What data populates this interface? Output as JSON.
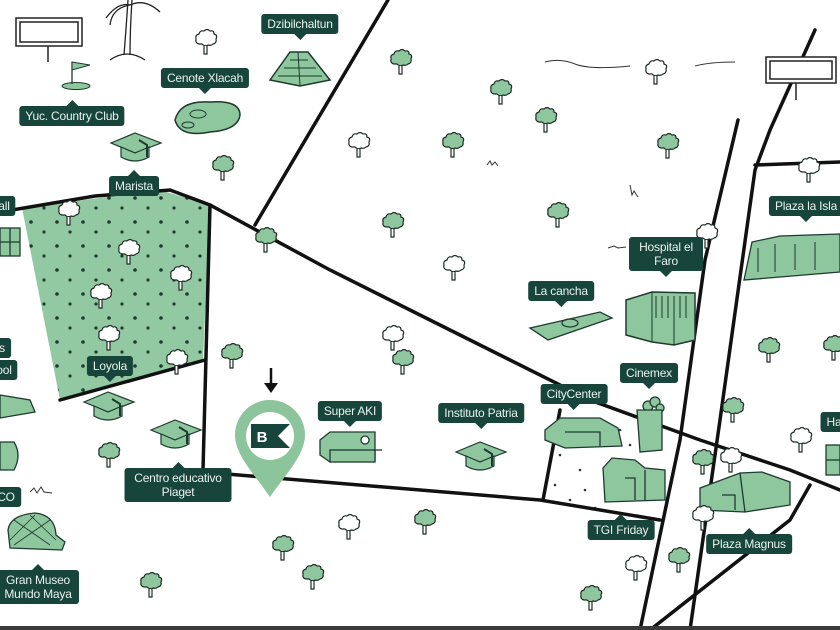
{
  "map": {
    "title": "Area map",
    "colors": {
      "label_bg": "#18453b",
      "label_text": "#e8f3ee",
      "accent_green": "#8ec69e",
      "park_green": "#93c9a2",
      "road": "#111111",
      "pin_green": "#8cc59c"
    },
    "property_marker": {
      "icon": "flag-b-icon",
      "letter": "B",
      "pointer": "arrow-down-icon"
    },
    "labels": [
      {
        "id": "dzibilchaltun",
        "text": "Dzibilchaltun",
        "icon": "pyramid-icon"
      },
      {
        "id": "cenote-xlacah",
        "text": "Cenote Xlacah",
        "icon": "cenote-icon"
      },
      {
        "id": "yuc-country-club",
        "text": "Yuc. Country Club",
        "icon": "golf-flag-icon"
      },
      {
        "id": "marista",
        "text": "Marista",
        "icon": "graduation-cap-icon"
      },
      {
        "id": "loyola",
        "text": "Loyola",
        "icon": "graduation-cap-icon"
      },
      {
        "id": "centro-educativo-piaget",
        "text": "Centro educativo Piaget",
        "icon": "graduation-cap-icon"
      },
      {
        "id": "super-aki",
        "text": "Super AKI",
        "icon": "store-icon"
      },
      {
        "id": "instituto-patria",
        "text": "Instituto Patria",
        "icon": "graduation-cap-icon"
      },
      {
        "id": "la-cancha",
        "text": "La cancha",
        "icon": "field-icon"
      },
      {
        "id": "hospital-el-faro",
        "text": "Hospital el Faro",
        "icon": "hospital-icon"
      },
      {
        "id": "plaza-la-isla",
        "text": "Plaza la Isla",
        "icon": "mall-icon"
      },
      {
        "id": "citycenter",
        "text": "CityCenter",
        "icon": "mall-icon"
      },
      {
        "id": "cinemex",
        "text": "Cinemex",
        "icon": "popcorn-icon"
      },
      {
        "id": "tgi-friday",
        "text": "TGI Friday",
        "icon": "restaurant-icon"
      },
      {
        "id": "plaza-magnus",
        "text": "Plaza Magnus",
        "icon": "mall-icon"
      },
      {
        "id": "gran-museo-mundo-maya",
        "text": "Gran Museo Mundo Maya",
        "icon": "museum-icon"
      },
      {
        "id": "partial-all",
        "text": "all",
        "icon": "building-icon"
      },
      {
        "id": "partial-ool",
        "text": "ool",
        "icon": "school-icon"
      },
      {
        "id": "partial-s",
        "text": "s",
        "icon": "label-icon"
      },
      {
        "id": "partial-co",
        "text": "CO",
        "icon": "building-icon"
      },
      {
        "id": "partial-ha",
        "text": "Ha",
        "icon": "building-icon"
      }
    ]
  }
}
